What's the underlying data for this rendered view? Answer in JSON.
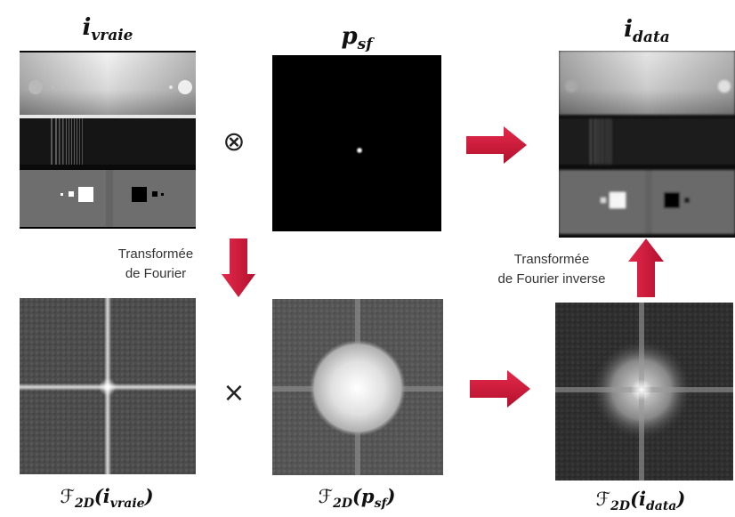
{
  "titles": {
    "i_vraie": {
      "base": "i",
      "sub": "vraie"
    },
    "p_sf": {
      "base": "p",
      "sub": "sf"
    },
    "i_data": {
      "base": "i",
      "sub": "data"
    }
  },
  "operators": {
    "convolution": "⊗",
    "multiplication": "×"
  },
  "notes": {
    "forward_line1": "Transformée",
    "forward_line2": "de Fourier",
    "inverse_line1": "Transformée",
    "inverse_line2": "de Fourier inverse"
  },
  "fourier_labels": {
    "prefix": "ℱ",
    "prefix_sub": "2D",
    "vraie": "i",
    "vraie_sub": "vraie",
    "psf": "p",
    "psf_sub": "sf",
    "data": "i",
    "data_sub": "data"
  },
  "colors": {
    "arrow": "#d81e3f",
    "arrow_dark": "#b5122f"
  }
}
